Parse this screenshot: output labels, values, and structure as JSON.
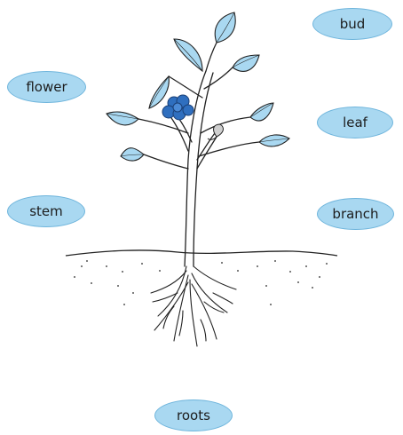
{
  "labels": {
    "bud": "bud",
    "flower": "flower",
    "leaf": "leaf",
    "stem": "stem",
    "branch": "branch",
    "roots": "roots"
  },
  "colors": {
    "label_fill": "#a9d8f1",
    "label_border": "#6fb5dc",
    "leaf_fill": "#a9d8f1",
    "flower_fill": "#2f6fbf",
    "line": "#222222"
  }
}
